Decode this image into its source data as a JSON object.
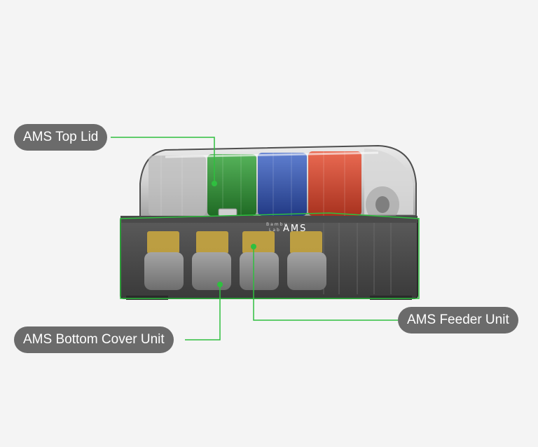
{
  "callouts": {
    "top_lid": "AMS Top Lid",
    "bottom_cover": "AMS Bottom Cover Unit",
    "feeder": "AMS Feeder Unit"
  },
  "device": {
    "brand_main": "AMS",
    "brand_line1": "Bambu",
    "brand_line2": "Lab"
  },
  "colors": {
    "background": "#f4f4f4",
    "callout_bg": "#6b6b6b",
    "callout_text": "#ffffff",
    "outline": "#2fbf3f",
    "spool_green": "#2a8a2e",
    "spool_blue": "#2f4fa8",
    "spool_red": "#d04a35"
  }
}
